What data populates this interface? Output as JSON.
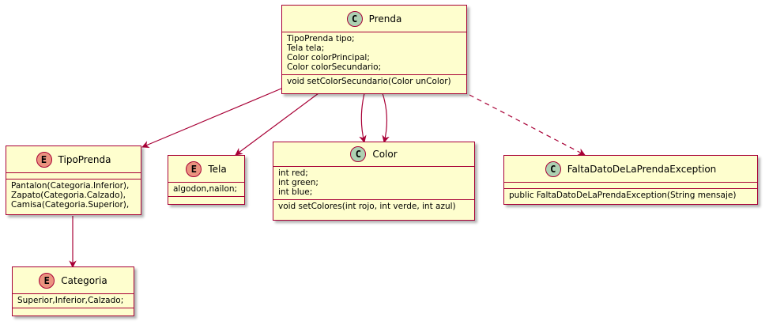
{
  "classes": {
    "prenda": {
      "badge": "C",
      "name": "Prenda",
      "fields": [
        "TipoPrenda tipo;",
        "Tela tela;",
        "Color colorPrincipal;",
        "Color colorSecundario;"
      ],
      "methods": [
        "void setColorSecundario(Color unColor)"
      ]
    },
    "tipoprenda": {
      "badge": "E",
      "name": "TipoPrenda",
      "fields": [],
      "methods": [
        "Pantalon(Categoria.Inferior),",
        "Zapato(Categoria.Calzado),",
        "Camisa(Categoria.Superior),"
      ]
    },
    "tela": {
      "badge": "E",
      "name": "Tela",
      "fields": [
        "algodon,nailon;"
      ],
      "methods": []
    },
    "color": {
      "badge": "C",
      "name": "Color",
      "fields": [
        "int red;",
        "int green;",
        "int blue;"
      ],
      "methods": [
        "void setColores(int rojo, int verde, int azul)"
      ]
    },
    "excepcion": {
      "badge": "C",
      "name": "FaltaDatoDeLaPrendaException",
      "fields": [],
      "methods": [
        "public FaltaDatoDeLaPrendaException(String mensaje)"
      ]
    },
    "categoria": {
      "badge": "E",
      "name": "Categoria",
      "fields": [
        "Superior,Inferior,Calzado;"
      ],
      "methods": []
    }
  },
  "colors": {
    "border": "#a80036",
    "fill": "#fefece",
    "class_badge": "#add1b2",
    "enum_badge": "#eb937f"
  }
}
